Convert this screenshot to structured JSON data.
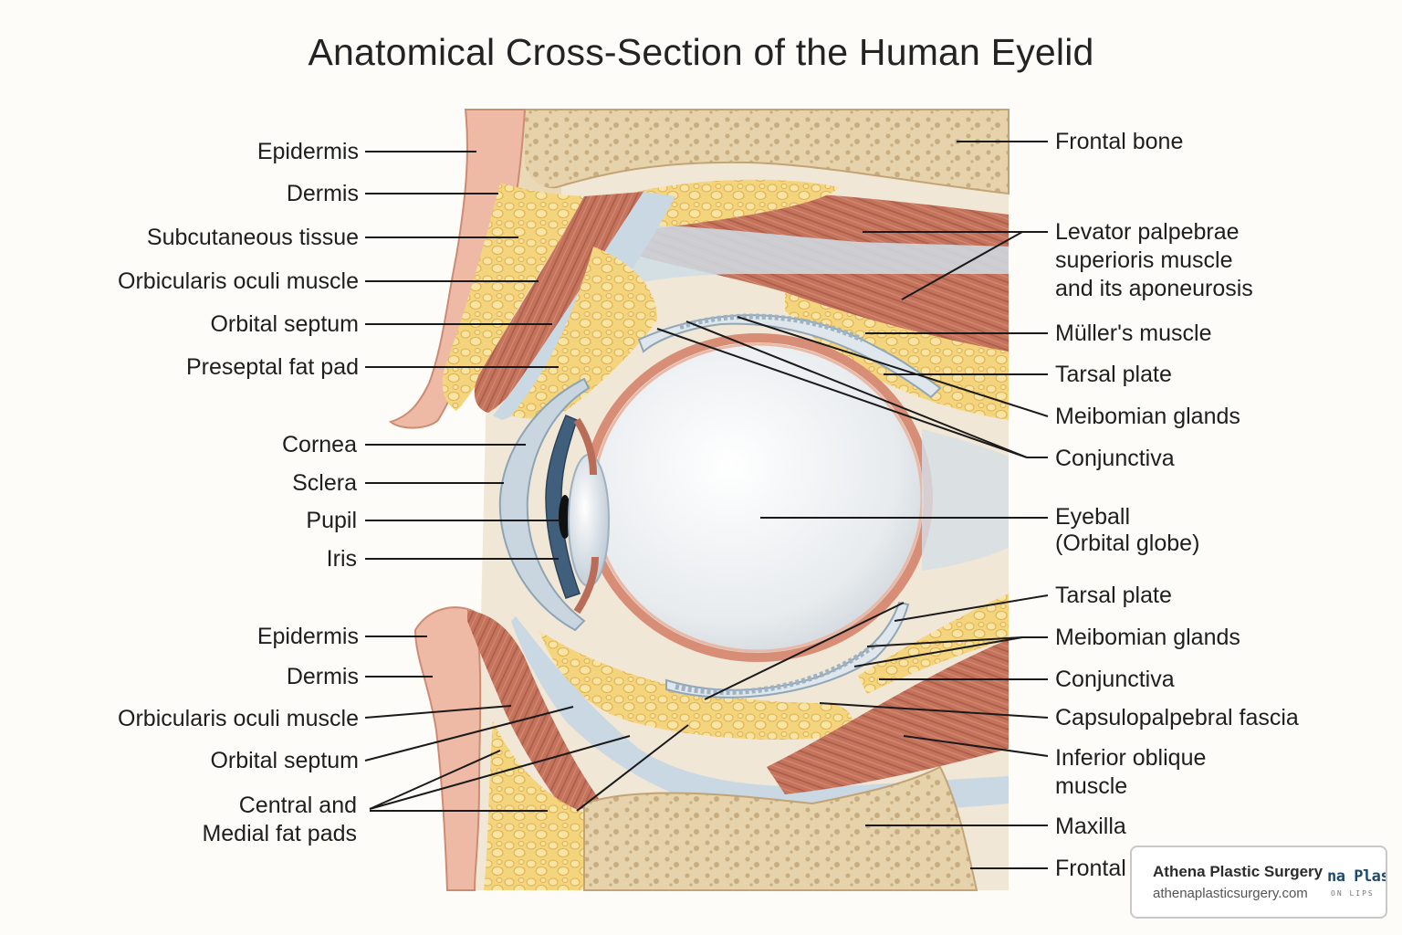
{
  "title": "Anatomical Cross-Section of the Human Eyelid",
  "labels_left": {
    "epidermis_upper": "Epidermis",
    "dermis_upper": "Dermis",
    "subcutaneous": "Subcutaneous tissue",
    "orbicularis_upper": "Orbicularis oculi muscle",
    "septum_upper": "Orbital septum",
    "preseptal_fat": "Preseptal fat pad",
    "cornea": "Cornea",
    "sclera": "Sclera",
    "pupil": "Pupil",
    "iris": "Iris",
    "epidermis_lower": "Epidermis",
    "dermis_lower": "Dermis",
    "orbicularis_lower": "Orbicularis oculi muscle",
    "septum_lower": "Orbital septum",
    "fat_pads_line1": "Central and",
    "fat_pads_line2": "Medial fat pads"
  },
  "labels_right": {
    "frontal_bone": "Frontal bone",
    "levator_line1": "Levator palpebrae",
    "levator_line2": "superioris muscle",
    "levator_line3": "and its aponeurosis",
    "muller": "Müller's muscle",
    "tarsal_upper": "Tarsal plate",
    "meibomian_upper": "Meibomian glands",
    "conjunctiva_upper": "Conjunctiva",
    "eyeball_line1": "Eyeball",
    "eyeball_line2": "(Orbital globe)",
    "tarsal_lower": "Tarsal plate",
    "meibomian_lower": "Meibomian glands",
    "conjunctiva_lower": "Conjunctiva",
    "capsulopalpebral": "Capsulopalpebral fascia",
    "inferior_oblique_line1": "Inferior oblique",
    "inferior_oblique_line2": "muscle",
    "maxilla": "Maxilla",
    "frontal_bottom": "Frontal"
  },
  "badge": {
    "name": "Athena Plastic Surgery",
    "url": "athenaplasticsurgery.com",
    "logo_text": "na Plast",
    "logo_sub": "ON LIPS"
  },
  "colors": {
    "skin": "#eeb9a3",
    "muscle": "#c4735d",
    "fat": "#f3d27a",
    "bone": "#ecdcb8",
    "fascia": "#c9d8e2",
    "globe": "#eef1f3",
    "iris": "#3f5f7c"
  }
}
